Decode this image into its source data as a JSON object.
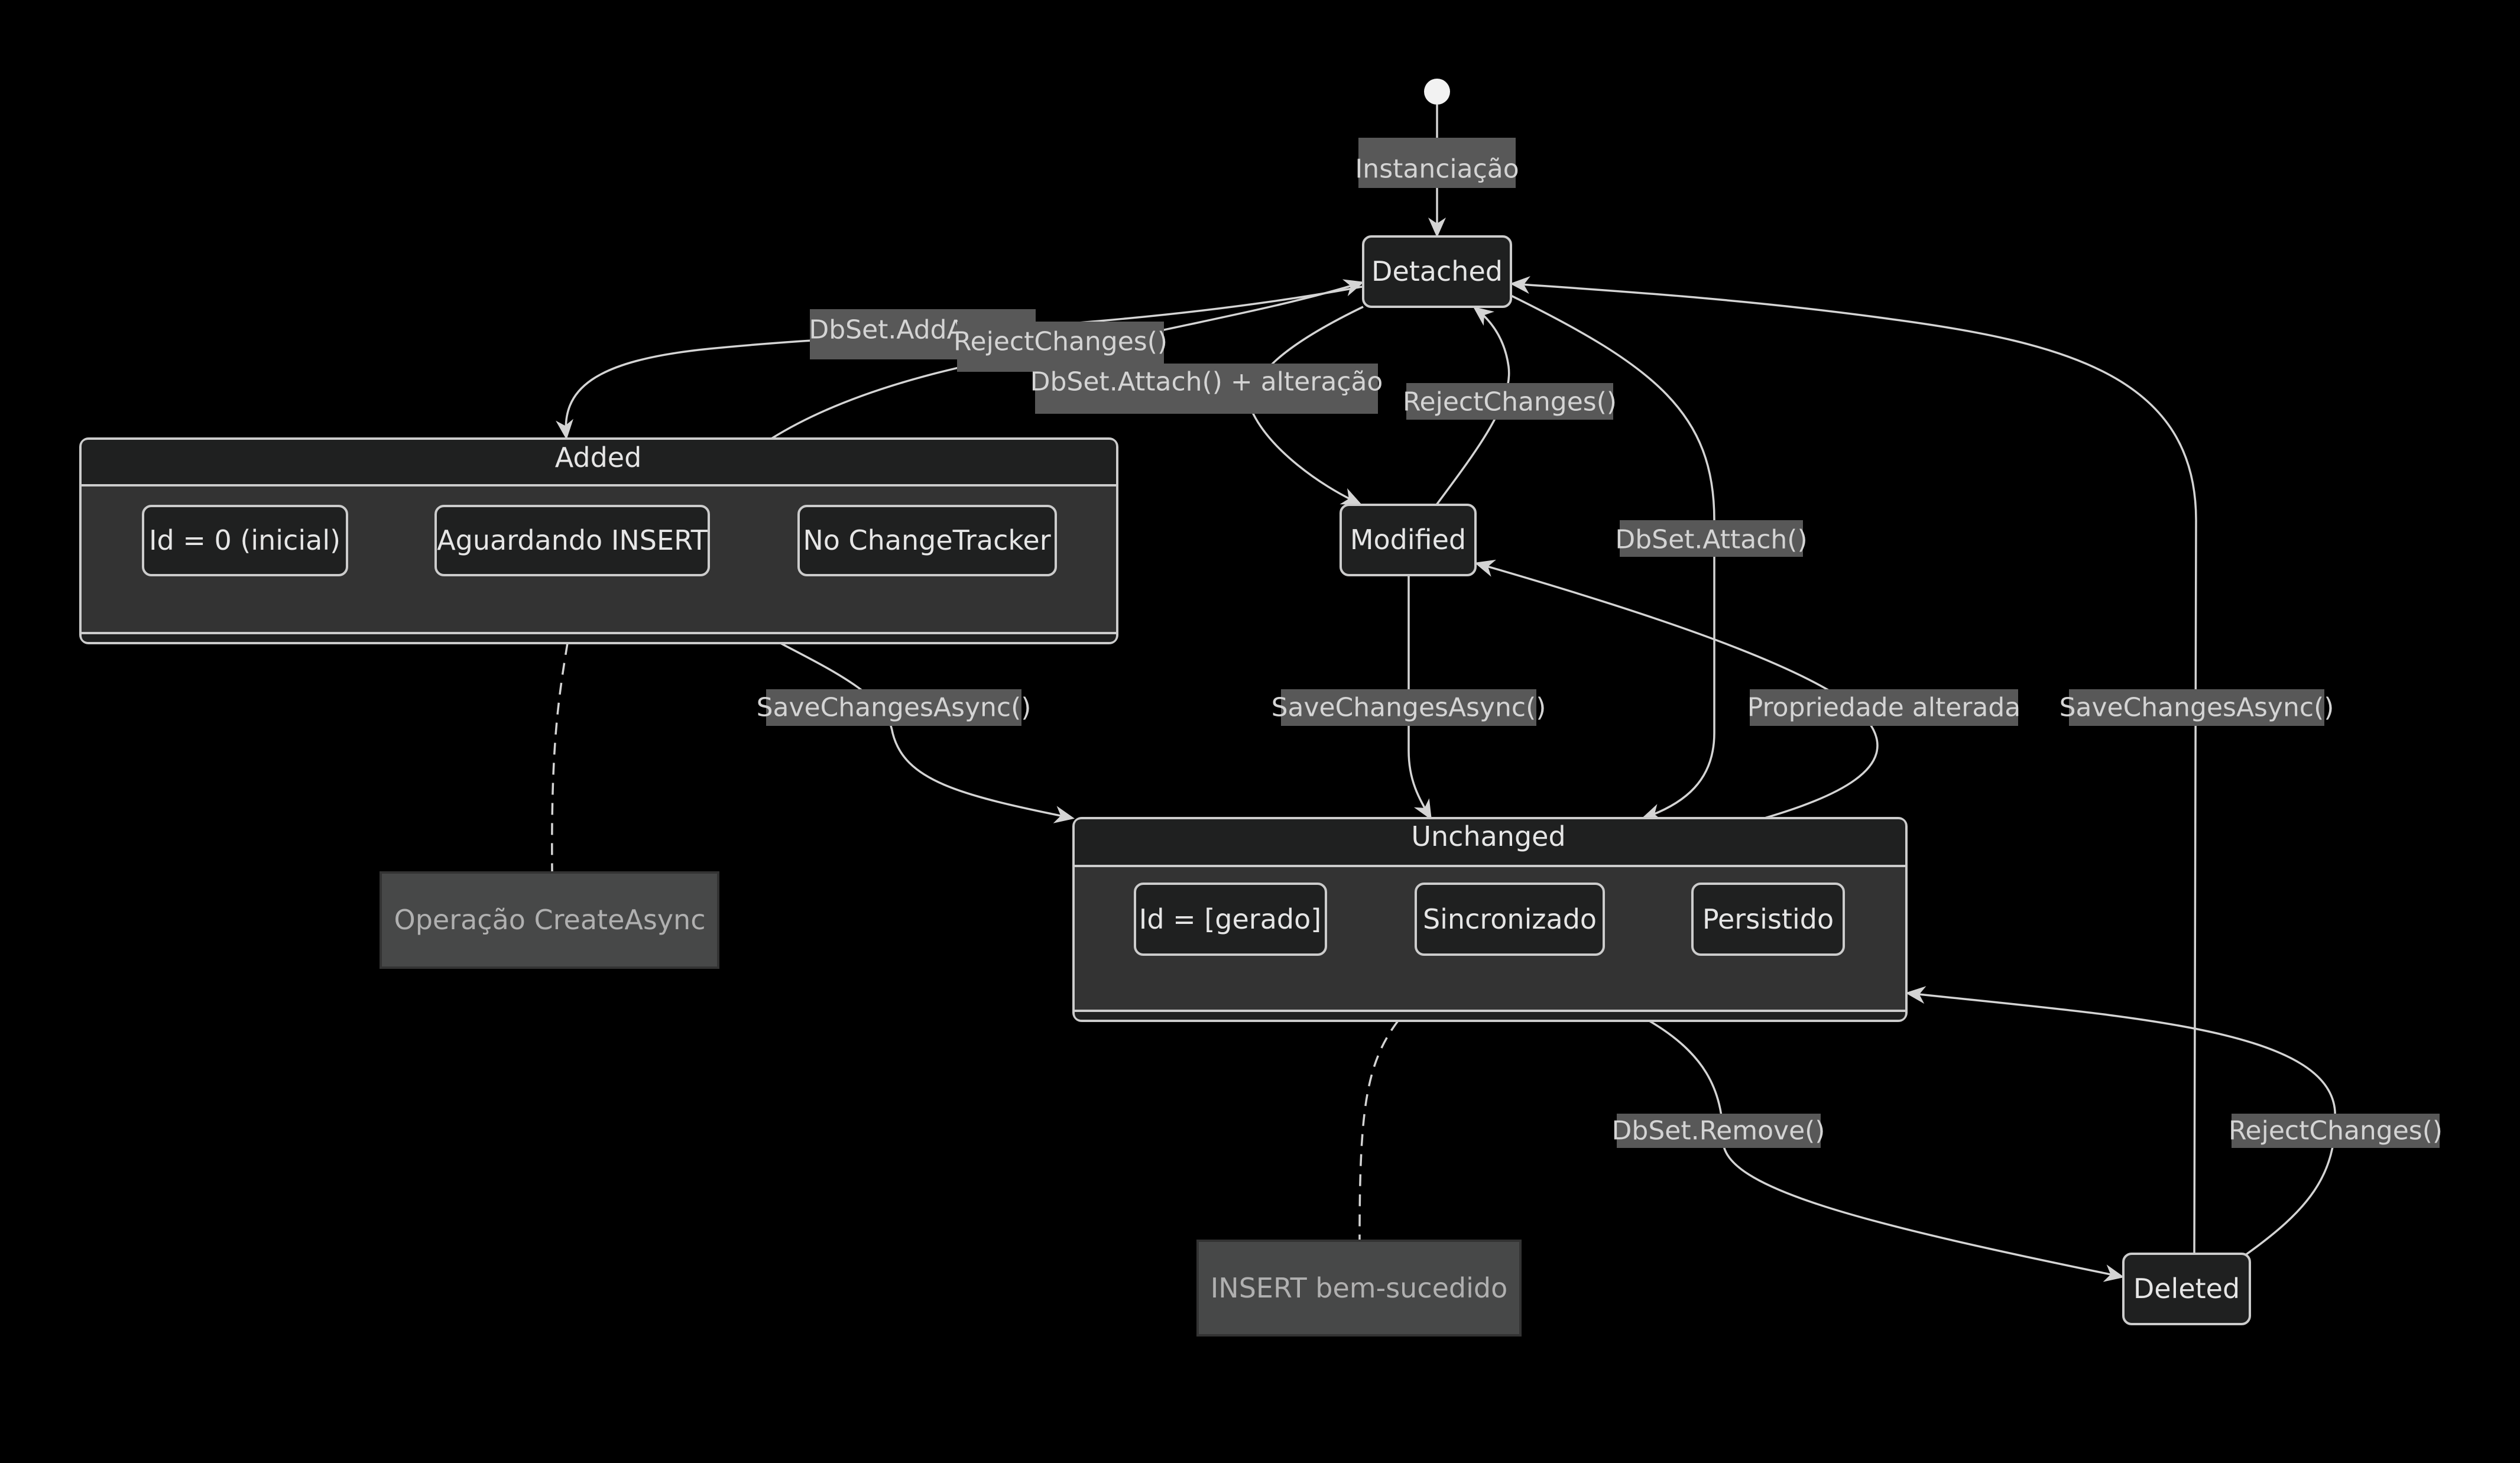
{
  "diagram": {
    "type": "state-diagram",
    "states": {
      "detached": "Detached",
      "added": "Added",
      "modified": "Modified",
      "unchanged": "Unchanged",
      "deleted": "Deleted"
    },
    "added_children": [
      "Id = 0 (inicial)",
      "Aguardando INSERT",
      "No ChangeTracker"
    ],
    "unchanged_children": [
      "Id = [gerado]",
      "Sincronizado",
      "Persistido"
    ],
    "notes": {
      "added_note": "Operação CreateAsync",
      "unchanged_note": "INSERT bem-sucedido"
    },
    "transitions": [
      {
        "from": "start",
        "to": "Detached",
        "label": "Instanciação"
      },
      {
        "from": "Detached",
        "to": "Added",
        "label": "DbSet.AddAsync()"
      },
      {
        "from": "Added",
        "to": "Detached",
        "label": "RejectChanges()"
      },
      {
        "from": "Detached",
        "to": "Modified",
        "label": "DbSet.Attach() + alteração"
      },
      {
        "from": "Modified",
        "to": "Detached",
        "label": "RejectChanges()"
      },
      {
        "from": "Detached",
        "to": "Unchanged",
        "label": "DbSet.Attach()"
      },
      {
        "from": "Added",
        "to": "Unchanged",
        "label": "SaveChangesAsync()"
      },
      {
        "from": "Modified",
        "to": "Unchanged",
        "label": "SaveChangesAsync()"
      },
      {
        "from": "Unchanged",
        "to": "Modified",
        "label": "Propriedade alterada"
      },
      {
        "from": "Deleted",
        "to": "Detached",
        "label": "SaveChangesAsync()"
      },
      {
        "from": "Unchanged",
        "to": "Deleted",
        "label": "DbSet.Remove()"
      },
      {
        "from": "Deleted",
        "to": "Unchanged",
        "label": "RejectChanges()"
      }
    ],
    "visible_labels": {
      "instanciacao": "Instanciação",
      "addasync": "DbSet.AddA",
      "reject_added": "RejectChanges()",
      "attach_alter": "DbSet.Attach() + alteração",
      "reject_modified": "RejectChanges()",
      "attach": "DbSet.Attach()",
      "save_added": "SaveChangesAsync()",
      "save_modified": "SaveChangesAsync()",
      "prop_alterada": "Propriedade alterada",
      "save_deleted": "SaveChangesAsync()",
      "remove": "DbSet.Remove()",
      "reject_deleted": "RejectChanges()"
    }
  }
}
